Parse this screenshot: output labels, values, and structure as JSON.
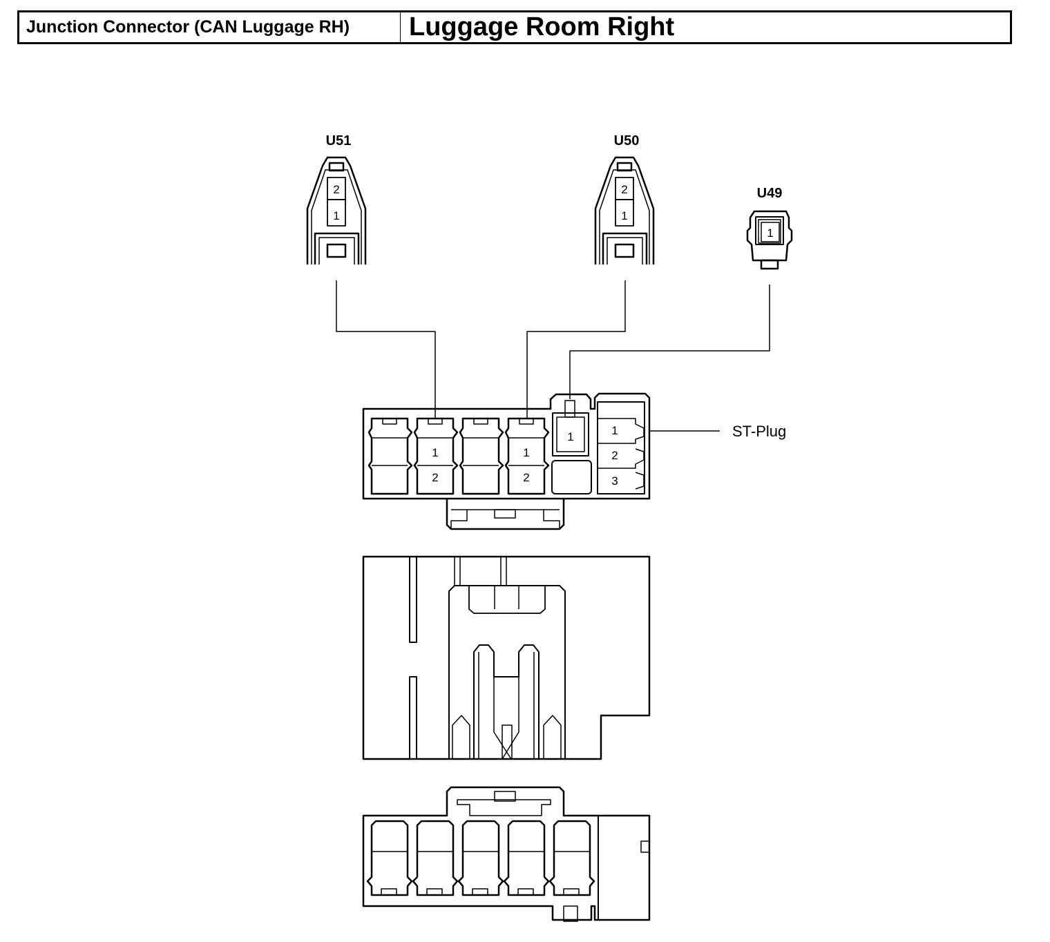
{
  "header": {
    "component": "Junction Connector (CAN Luggage RH)",
    "location": "Luggage Room Right"
  },
  "connectors": {
    "u51": {
      "label": "U51",
      "pins": [
        "2",
        "1"
      ]
    },
    "u50": {
      "label": "U50",
      "pins": [
        "2",
        "1"
      ]
    },
    "u49": {
      "label": "U49",
      "pins": [
        "1"
      ]
    }
  },
  "junction_block": {
    "cavity_pins": [
      "1",
      "2",
      "1",
      "2",
      "1"
    ],
    "st_plug": {
      "label": "ST-Plug",
      "pins": [
        "1",
        "2",
        "3"
      ]
    }
  }
}
